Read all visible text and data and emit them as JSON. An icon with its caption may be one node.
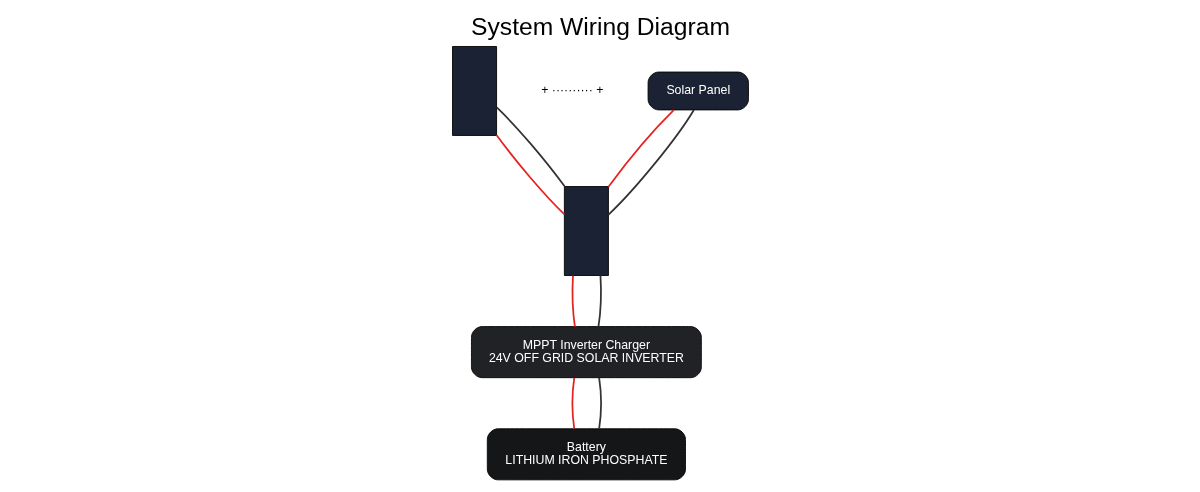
{
  "diagram": {
    "title": "System Wiring Diagram",
    "nodes": [
      {
        "text": [],
        "shape": "box"
      },
      {
        "text": [
          "Solar Panel"
        ]
      },
      {
        "text": [],
        "shape": "box"
      },
      {
        "text": [
          "MPPT Inverter Charger",
          "24V OFF GRID SOLAR INVERTER"
        ]
      },
      {
        "text": [
          "Battery",
          "LITHIUM IRON PHOSPHATE"
        ]
      }
    ],
    "edges": [
      {
        "from": 0,
        "to": 2,
        "arrow": "none",
        "color": "#e52421"
      },
      {
        "from": 0,
        "to": 2,
        "arrow": "none",
        "color": "#333333"
      },
      {
        "from": 1,
        "to": 2,
        "arrow": "none",
        "color": "#e52421"
      },
      {
        "from": 1,
        "to": 2,
        "arrow": "none",
        "color": "#333333"
      },
      {
        "from": 2,
        "to": 3,
        "arrow": "none",
        "color": "#e52421"
      },
      {
        "from": 2,
        "to": 3,
        "arrow": "none",
        "color": "#333333"
      },
      {
        "from": 3,
        "to": 4,
        "arrow": "none",
        "color": "#e52421"
      },
      {
        "from": 3,
        "to": 4,
        "arrow": "none",
        "color": "#333333"
      }
    ],
    "labels": [
      "+ ·········· +"
    ]
  }
}
